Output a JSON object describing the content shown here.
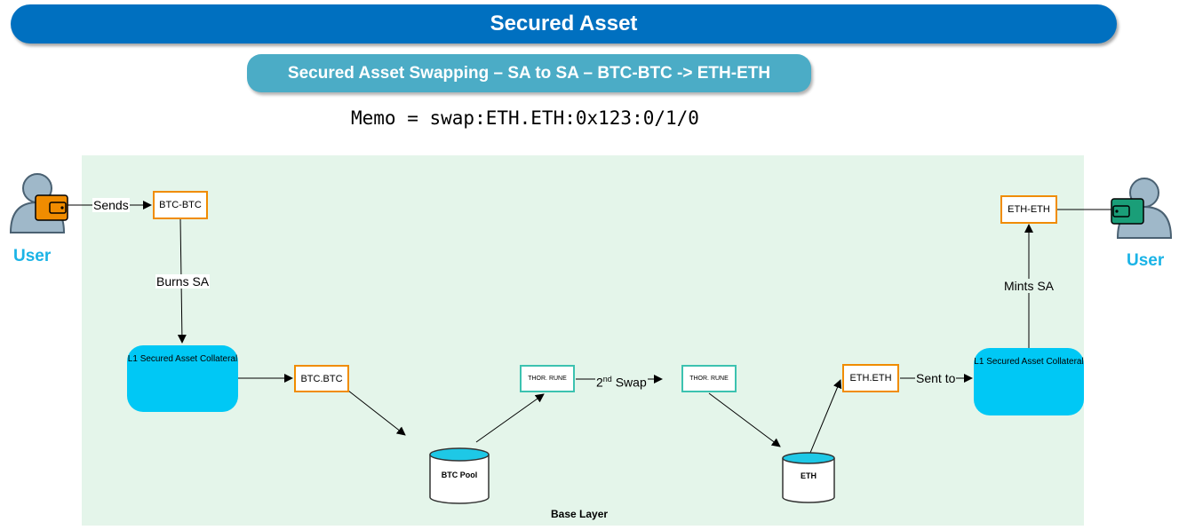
{
  "header": {
    "title": "Secured Asset"
  },
  "subheader": {
    "title": "Secured Asset Swapping – SA to SA – BTC-BTC -> ETH-ETH"
  },
  "memo": {
    "text": "Memo = swap:ETH.ETH:0x123:0/1/0"
  },
  "diagram": {
    "base_layer_label": "Base Layer",
    "user_left": {
      "label": "User",
      "wallet_color": "#f08c00"
    },
    "user_right": {
      "label": "User",
      "wallet_color": "#1a9e78"
    },
    "nodes": {
      "btc_btc": "BTC-BTC",
      "collateral_left": "L1 Secured Asset Collateral",
      "btc_dot_btc": "BTC.BTC",
      "btc_pool": "BTC Pool",
      "thor_rune_1": "THOR. RUNE",
      "thor_rune_2": "THOR. RUNE",
      "eth_pool": "ETH",
      "eth_dot_eth": "ETH.ETH",
      "collateral_right": "L1 Secured Asset Collateral",
      "eth_eth": "ETH-ETH"
    },
    "edges": {
      "sends": "Sends",
      "burns_sa": "Burns SA",
      "swap_ordinal_num": "2",
      "swap_ordinal_sup": "nd",
      "swap_text": "Swap",
      "sent_to": "Sent to",
      "mints_sa": "Mints SA"
    },
    "colors": {
      "title_bar": "#0070c0",
      "subtitle_bar": "#4bacc6",
      "base_layer": "#e4f5ea",
      "asset_box_border": "#f08c00",
      "rune_box_border": "#3cc2b0",
      "collateral_fill": "#00c8f5",
      "pool_fill": "#1ec8e6",
      "user_label": "#1ab3e6"
    }
  }
}
